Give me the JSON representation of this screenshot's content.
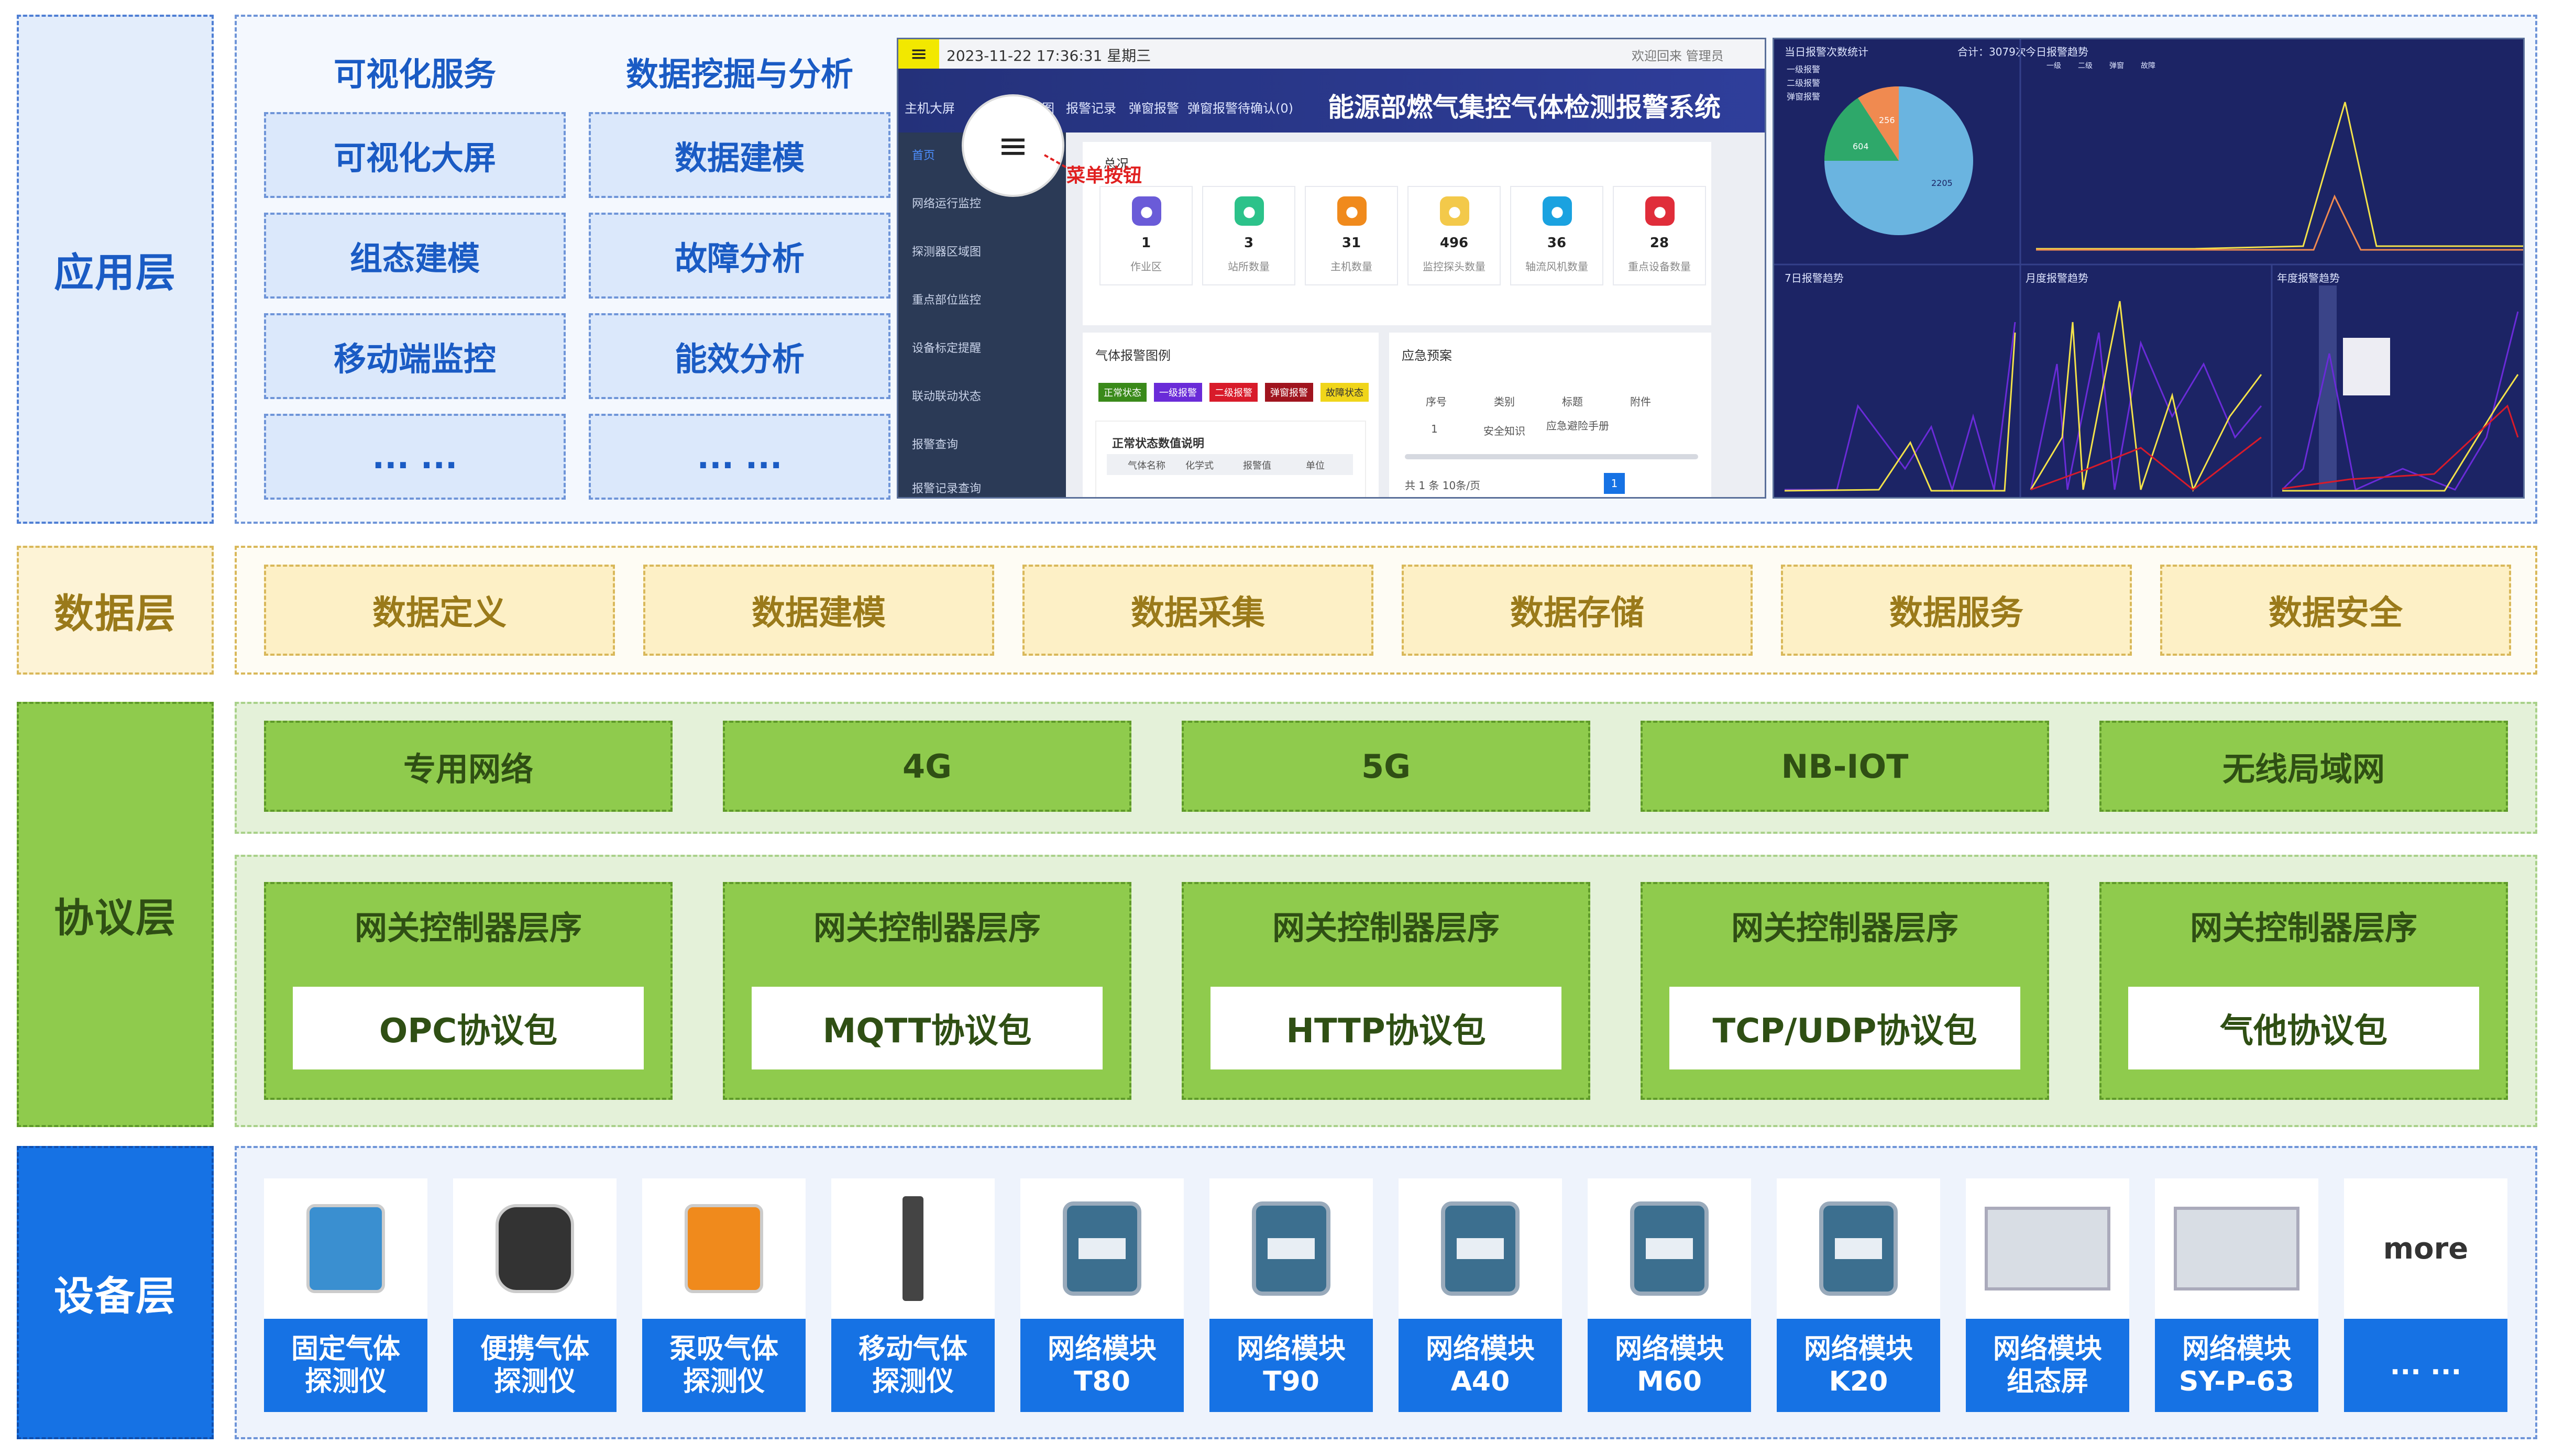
{
  "layers": {
    "application": "应用层",
    "data": "数据层",
    "protocol": "协议层",
    "device": "设备层"
  },
  "application": {
    "col1_head": "可视化服务",
    "col2_head": "数据挖掘与分析",
    "col1": [
      "可视化大屏",
      "组态建模",
      "移动端监控",
      "... ..."
    ],
    "col2": [
      "数据建模",
      "故障分析",
      "能效分析",
      "... ..."
    ],
    "dashboard": {
      "menu_icon": "≡",
      "datetime": "2023-11-22 17:36:31 星期三",
      "welcome": "欢迎回来 管理员",
      "title": "能源部燃气集控气体检测报警系统",
      "nav": [
        "主机大屏",
        "地图",
        "报警记录",
        "弹窗报警",
        "弹窗报警待确认(0)"
      ],
      "side": [
        "首页",
        "网络运行监控",
        "探测器区域图",
        "重点部位监控",
        "设备标定提醒",
        "联动联动状态",
        "报警查询",
        "报警记录查询"
      ],
      "overview_title": "总况",
      "stats": [
        {
          "value": "1",
          "label": "作业区",
          "color": "#6a5bd8"
        },
        {
          "value": "3",
          "label": "站所数量",
          "color": "#2cc28a"
        },
        {
          "value": "31",
          "label": "主机数量",
          "color": "#f08a1c"
        },
        {
          "value": "496",
          "label": "监控探头数量",
          "color": "#f3c94a"
        },
        {
          "value": "36",
          "label": "轴流风机数量",
          "color": "#1aa2e0"
        },
        {
          "value": "28",
          "label": "重点设备数量",
          "color": "#e02d3a"
        }
      ],
      "alarm_title": "气体报警图例",
      "alarm_tags": [
        {
          "label": "正常状态",
          "color": "#3a8a1a"
        },
        {
          "label": "一级报警",
          "color": "#6a2bd8"
        },
        {
          "label": "二级报警",
          "color": "#d81b2a"
        },
        {
          "label": "弹窗报警",
          "color": "#a0141e"
        },
        {
          "label": "故障状态",
          "color": "#f0d51a"
        }
      ],
      "normal_desc": "正常状态数值说明",
      "normal_cols": [
        "气体名称",
        "化学式",
        "报警值",
        "单位"
      ],
      "plan_title": "应急预案",
      "plan_cols": [
        "序号",
        "类别",
        "标题",
        "附件"
      ],
      "plan_row": [
        "1",
        "安全知识",
        "应急避险手册"
      ],
      "plan_footer": "共 1 条   10条/页",
      "plan_page": "1",
      "callout_icon": "≡",
      "callout_note": "菜单按钮"
    },
    "charts": {
      "pie_title": "当日报警次数统计",
      "pie_total": "合计：3079次",
      "pie_legend": [
        "一级报警",
        "二级报警",
        "弹窗报警"
      ],
      "pie_values": [
        "2205",
        "604",
        "256"
      ],
      "today_title": "今日报警趋势",
      "week_title": "7日报警趋势",
      "month_title": "月度报警趋势",
      "year_title": "年度报警趋势",
      "series_legend": [
        "一级",
        "二级",
        "弹窗",
        "故障"
      ]
    }
  },
  "data_layer": [
    "数据定义",
    "数据建模",
    "数据采集",
    "数据存储",
    "数据服务",
    "数据安全"
  ],
  "networks": [
    "专用网络",
    "4G",
    "5G",
    "NB-IOT",
    "无线局域网"
  ],
  "gateways": {
    "title": "网关控制器层序",
    "packages": [
      "OPC协议包",
      "MQTT协议包",
      "HTTP协议包",
      "TCP/UDP协议包",
      "气他协议包"
    ]
  },
  "devices": [
    {
      "line1": "固定气体",
      "line2": "探测仪"
    },
    {
      "line1": "便携气体",
      "line2": "探测仪"
    },
    {
      "line1": "泵吸气体",
      "line2": "探测仪"
    },
    {
      "line1": "移动气体",
      "line2": "探测仪"
    },
    {
      "line1": "网络模块",
      "line2": "T80"
    },
    {
      "line1": "网络模块",
      "line2": "T90"
    },
    {
      "line1": "网络模块",
      "line2": "A40"
    },
    {
      "line1": "网络模块",
      "line2": "M60"
    },
    {
      "line1": "网络模块",
      "line2": "K20"
    },
    {
      "line1": "网络模块",
      "line2": "组态屏"
    },
    {
      "line1": "网络模块",
      "line2": "SY-P-63"
    }
  ],
  "more": {
    "title": "more",
    "dots": "... ..."
  }
}
